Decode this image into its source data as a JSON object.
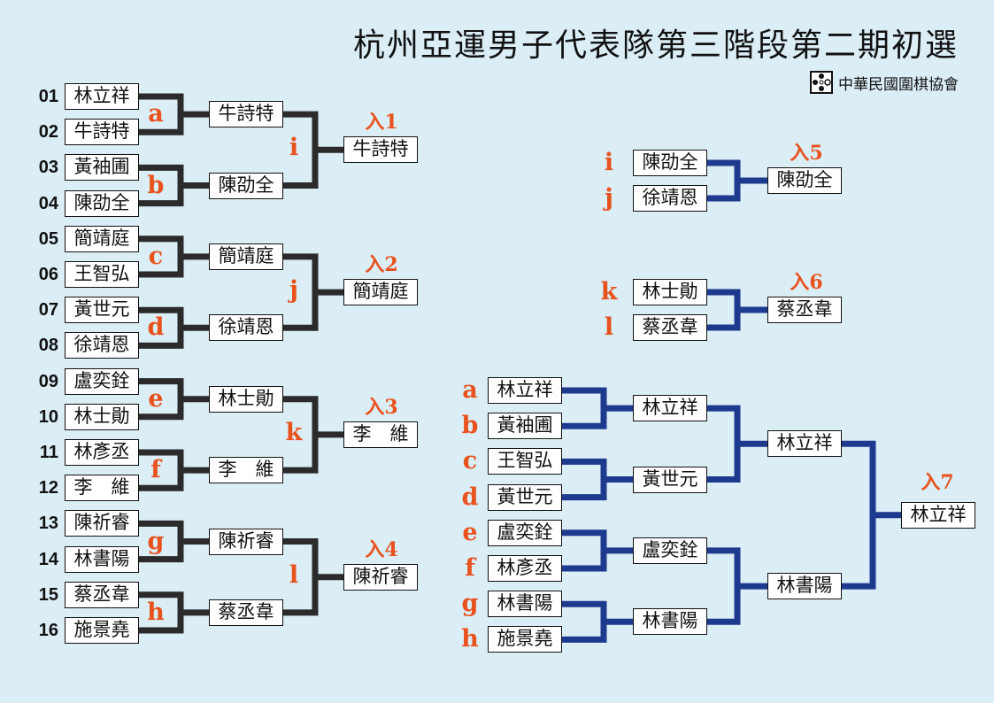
{
  "title": "杭州亞運男子代表隊第三階段第二期初選",
  "association": "中華民國圍棋協會",
  "colors": {
    "left_lines": "#2b2b2b",
    "right_lines": "#1e3a8f",
    "accent": "#e8521d"
  },
  "left": {
    "players": [
      {
        "seed": "01",
        "name": "林立祥"
      },
      {
        "seed": "02",
        "name": "牛詩特"
      },
      {
        "seed": "03",
        "name": "黃袖圃"
      },
      {
        "seed": "04",
        "name": "陳劭全"
      },
      {
        "seed": "05",
        "name": "簡靖庭"
      },
      {
        "seed": "06",
        "name": "王智弘"
      },
      {
        "seed": "07",
        "name": "黃世元"
      },
      {
        "seed": "08",
        "name": "徐靖恩"
      },
      {
        "seed": "09",
        "name": "盧奕銓"
      },
      {
        "seed": "10",
        "name": "林士勛"
      },
      {
        "seed": "11",
        "name": "林彥丞"
      },
      {
        "seed": "12",
        "name": "李　維"
      },
      {
        "seed": "13",
        "name": "陳祈睿"
      },
      {
        "seed": "14",
        "name": "林書陽"
      },
      {
        "seed": "15",
        "name": "蔡丞韋"
      },
      {
        "seed": "16",
        "name": "施景堯"
      }
    ],
    "round1_winners": [
      {
        "label": "a",
        "name": "牛詩特"
      },
      {
        "label": "b",
        "name": "陳劭全"
      },
      {
        "label": "c",
        "name": "簡靖庭"
      },
      {
        "label": "d",
        "name": "徐靖恩"
      },
      {
        "label": "e",
        "name": "林士勛"
      },
      {
        "label": "f",
        "name": "李　維"
      },
      {
        "label": "g",
        "name": "陳祈睿"
      },
      {
        "label": "h",
        "name": "蔡丞韋"
      }
    ],
    "round2_winners": [
      {
        "label": "i",
        "name": "牛詩特",
        "qual": "入1"
      },
      {
        "label": "j",
        "name": "簡靖庭",
        "qual": "入2"
      },
      {
        "label": "k",
        "name": "李　維",
        "qual": "入3"
      },
      {
        "label": "l",
        "name": "陳祈睿",
        "qual": "入4"
      }
    ]
  },
  "right_small": [
    {
      "labels": [
        "i",
        "j"
      ],
      "players": [
        "陳劭全",
        "徐靖恩"
      ],
      "winner": "陳劭全",
      "qual": "入5"
    },
    {
      "labels": [
        "k",
        "l"
      ],
      "players": [
        "林士勛",
        "蔡丞韋"
      ],
      "winner": "蔡丞韋",
      "qual": "入6"
    }
  ],
  "right_big": {
    "labels": [
      "a",
      "b",
      "c",
      "d",
      "e",
      "f",
      "g",
      "h"
    ],
    "players": [
      "林立祥",
      "黃袖圃",
      "王智弘",
      "黃世元",
      "盧奕銓",
      "林彥丞",
      "林書陽",
      "施景堯"
    ],
    "round1": [
      "林立祥",
      "黃世元",
      "盧奕銓",
      "林書陽"
    ],
    "round2": [
      "林立祥",
      "林書陽"
    ],
    "winner": "林立祥",
    "qual": "入7"
  }
}
